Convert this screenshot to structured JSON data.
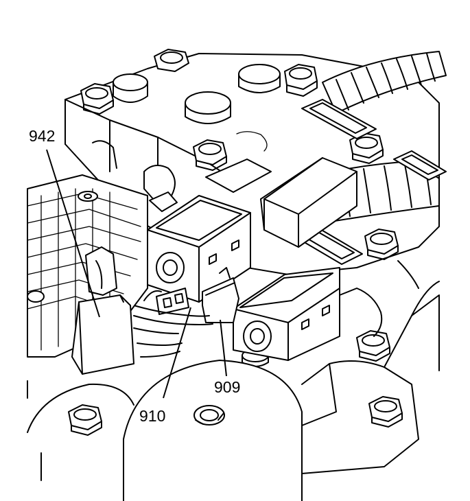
{
  "callouts": {
    "c942": "942",
    "c910": "910",
    "c909": "909"
  },
  "colors": {
    "line": "#000000",
    "background": "#ffffff"
  }
}
